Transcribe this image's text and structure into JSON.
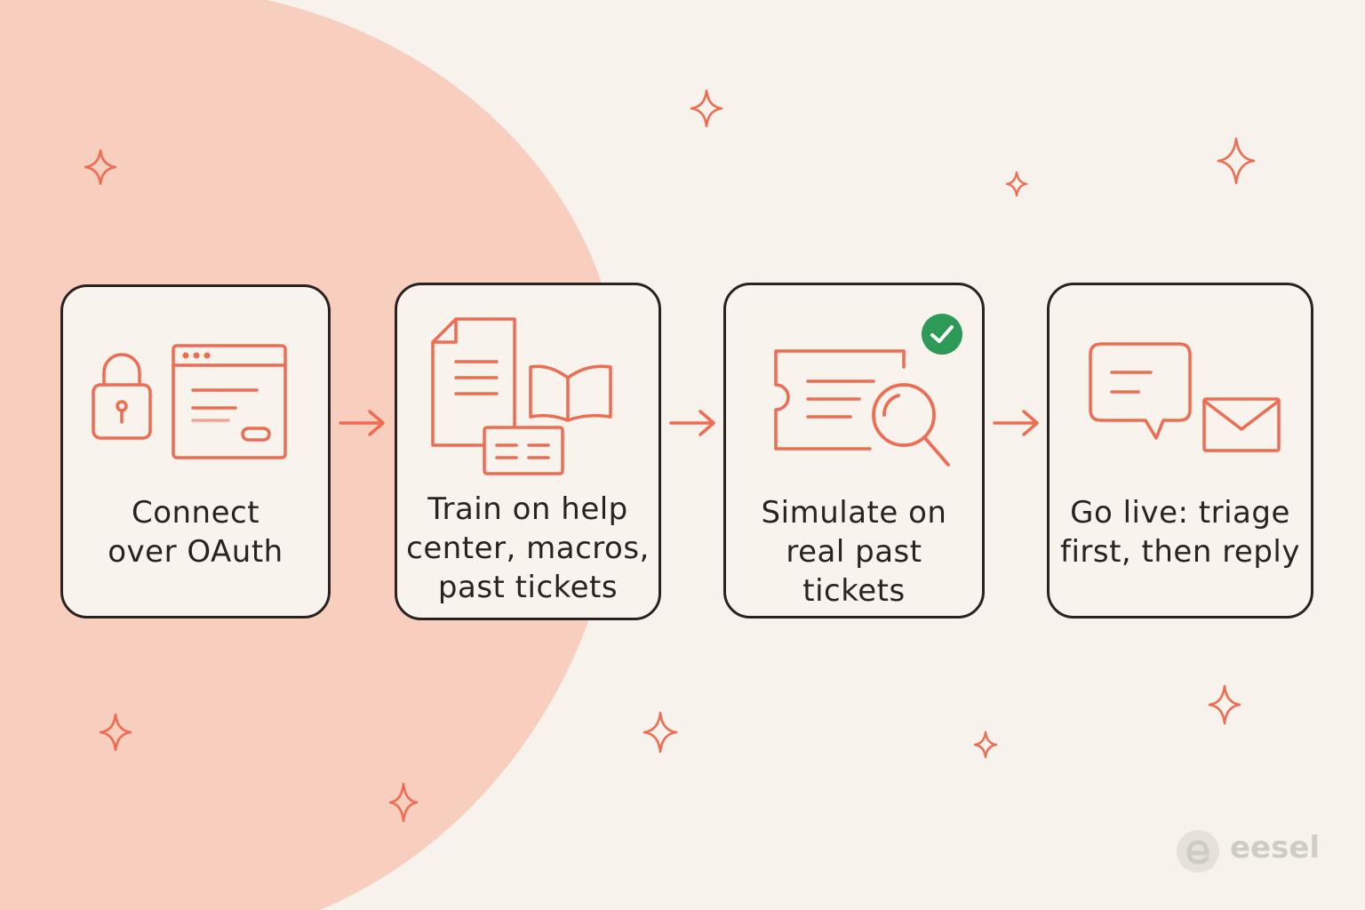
{
  "steps": [
    {
      "label": "Connect\nover OAuth",
      "icons": [
        "lock-icon",
        "browser-window-icon"
      ]
    },
    {
      "label": "Train on help\ncenter, macros,\npast tickets",
      "icons": [
        "document-icon",
        "book-icon",
        "card-icon"
      ]
    },
    {
      "label": "Simulate on\nreal past tickets",
      "icons": [
        "ticket-icon",
        "magnifier-icon",
        "check-badge-icon"
      ]
    },
    {
      "label": "Go live: triage\nfirst, then reply",
      "icons": [
        "chat-bubble-icon",
        "envelope-icon"
      ]
    }
  ],
  "logo": {
    "text": "eesel"
  },
  "colors": {
    "accent": "#ef6c52",
    "ink": "#2a2220",
    "background": "#f7f3ec",
    "blob": "#f8cfbf",
    "check": "#2e9a57"
  }
}
